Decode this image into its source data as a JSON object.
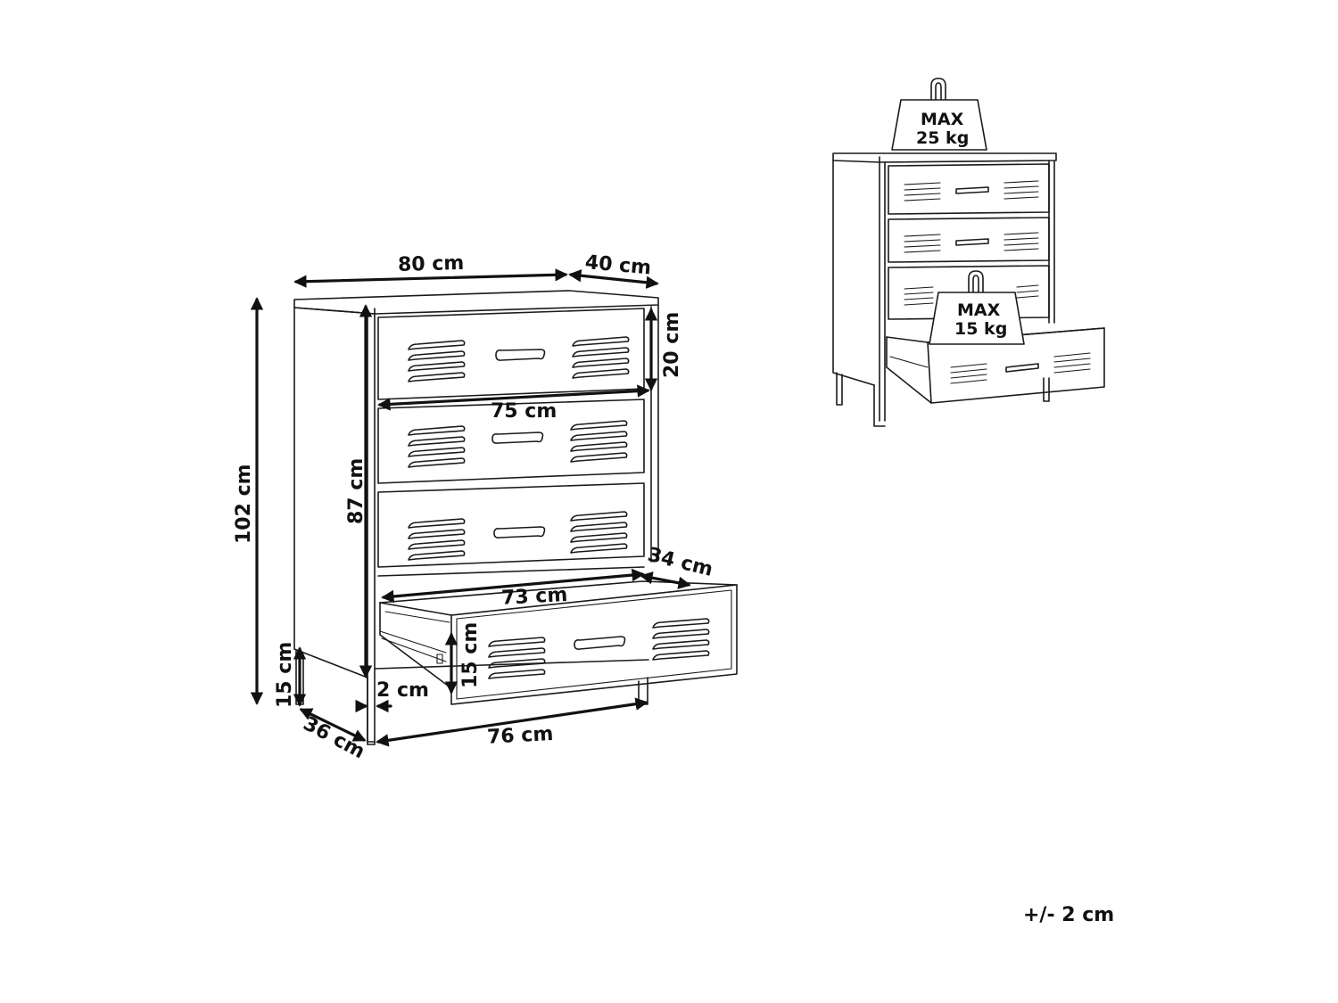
{
  "dimensions": {
    "top_width": "80 cm",
    "top_depth": "40 cm",
    "total_height": "102 cm",
    "body_height": "87 cm",
    "drawer_height": "20 cm",
    "inner_width": "75 cm",
    "drawer_depth": "34 cm",
    "drawer_inner_width": "73 cm",
    "drawer_front_height": "15 cm",
    "leg_height": "15 cm",
    "leg_offset": "2 cm",
    "base_depth": "36 cm",
    "base_width": "76 cm"
  },
  "weights": {
    "top": {
      "line1": "MAX",
      "line2": "25 kg"
    },
    "drawer": {
      "line1": "MAX",
      "line2": "15 kg"
    }
  },
  "tolerance": "+/- 2 cm",
  "colors": {
    "line": "#1a1a1a",
    "background": "#ffffff"
  }
}
